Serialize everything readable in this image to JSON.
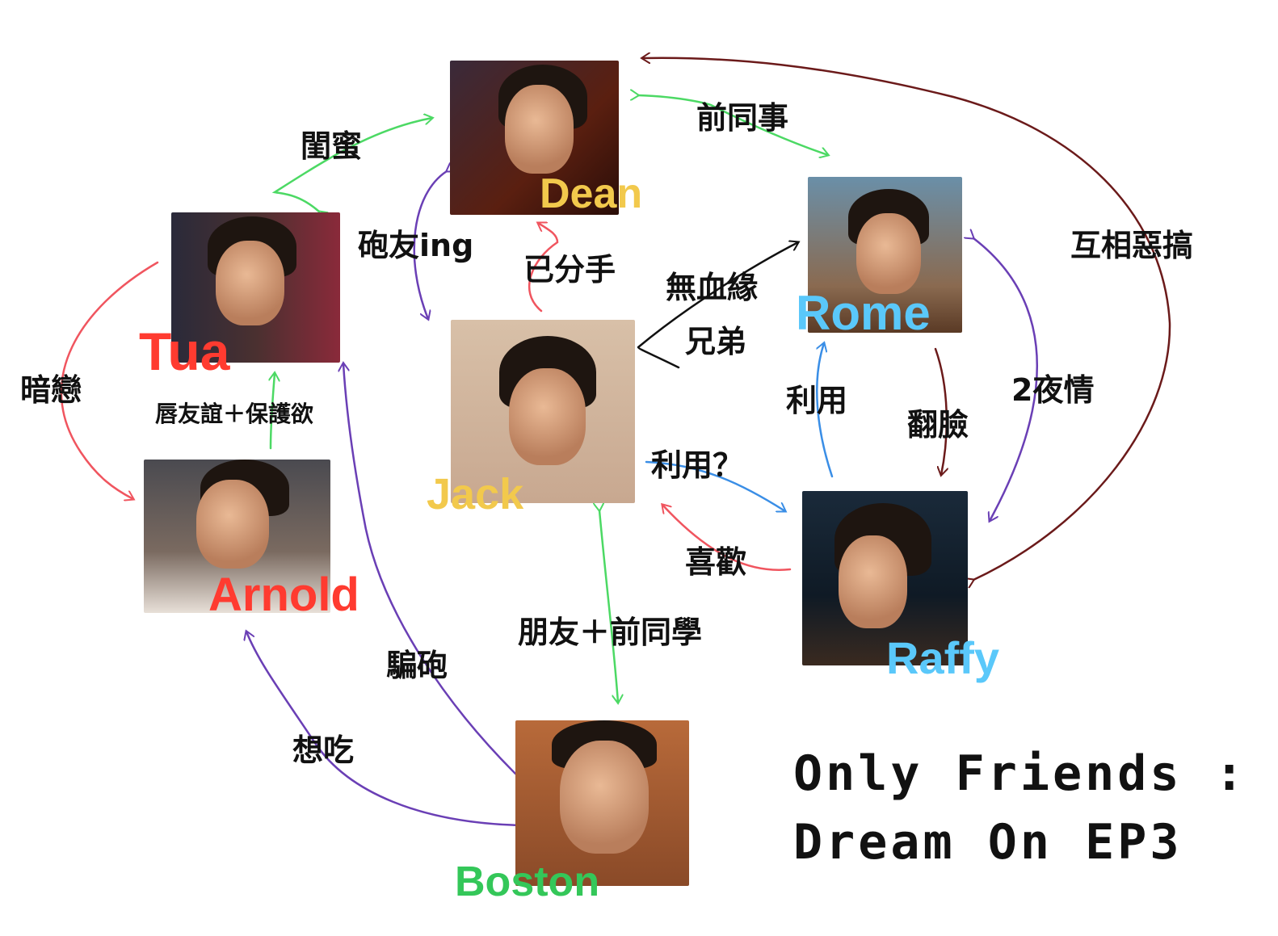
{
  "title": {
    "line1": "Only Friends :",
    "line2": "Dream On EP3"
  },
  "characters": {
    "dean": {
      "name": "Dean",
      "color": "#f2c94c"
    },
    "tua": {
      "name": "Tua",
      "color": "#ff3b30"
    },
    "rome": {
      "name": "Rome",
      "color": "#5ac8fa"
    },
    "jack": {
      "name": "Jack",
      "color": "#f2c94c"
    },
    "arnold": {
      "name": "Arnold",
      "color": "#ff3b30"
    },
    "raffy": {
      "name": "Raffy",
      "color": "#5ac8fa"
    },
    "boston": {
      "name": "Boston",
      "color": "#34c759"
    }
  },
  "relations": {
    "tua_dean": "閨蜜",
    "dean_rome": "前同事",
    "dean_jack_fwb": "砲友ing",
    "dean_jack_breakup": "已分手",
    "jack_rome_1": "無血緣",
    "jack_rome_2": "兄弟",
    "rome_raffy_prank": "互相惡搞",
    "tua_arnold_crush": "暗戀",
    "arnold_tua": "唇友誼＋保護欲",
    "raffy_rome_use": "利用",
    "rome_raffy_fallout": "翻臉",
    "rome_raffy_2nights": "2夜情",
    "jack_raffy_use": "利用？",
    "raffy_jack_like": "喜歡",
    "jack_boston": "朋友＋前同學",
    "boston_tua": "騙砲",
    "boston_arnold": "想吃"
  },
  "arrow_colors": {
    "green": "#4cd964",
    "purple": "#6a3fb5",
    "red": "#f0555f",
    "black": "#111111",
    "brown": "#6b1a1a",
    "blue": "#3a8ee6"
  }
}
